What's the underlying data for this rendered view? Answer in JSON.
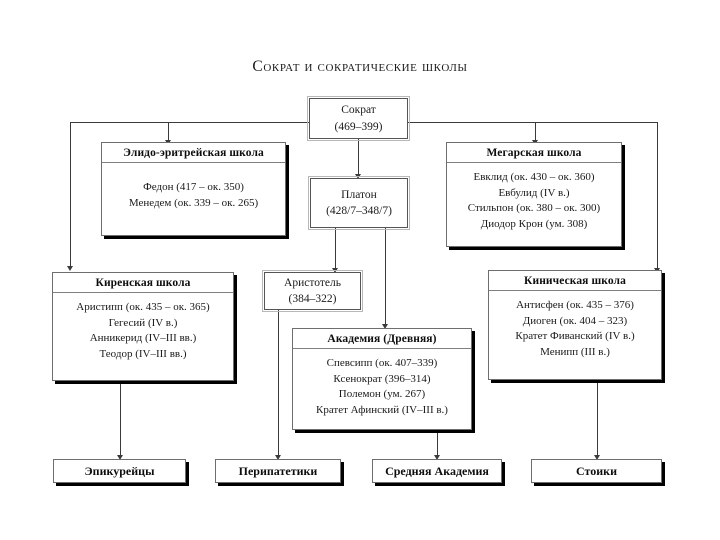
{
  "title": "Сократ и сократические школы",
  "nodes": {
    "socrates": {
      "name": "Сократ",
      "dates": "(469–399)"
    },
    "plato": {
      "name": "Платон",
      "dates": "(428/7–348/7)"
    },
    "aristotle": {
      "name": "Аристотель",
      "dates": "(384–322)"
    },
    "elido": {
      "header": "Элидо-эритрейская школа",
      "members": [
        "Федон (417 – ок. 350)",
        "Менедем (ок. 339 – ок. 265)"
      ]
    },
    "megara": {
      "header": "Мегарская школа",
      "members": [
        "Евклид (ок. 430 – ок. 360)",
        "Евбулид (IV в.)",
        "Стильпон (ок. 380 – ок. 300)",
        "Диодор Крон (ум. 308)"
      ]
    },
    "cyrene": {
      "header": "Киренская школа",
      "members": [
        "Аристипп (ок. 435 – ок. 365)",
        "Гегесий (IV в.)",
        "Анникерид (IV–III вв.)",
        "Теодор (IV–III вв.)"
      ]
    },
    "cynic": {
      "header": "Киническая школа",
      "members": [
        "Антисфен (ок. 435 – 376)",
        "Диоген (ок. 404 – 323)",
        "Кратет Фиванский (IV в.)",
        "Менипп (III в.)"
      ]
    },
    "academy": {
      "header": "Академия (Древняя)",
      "members": [
        "Спевсипп (ок. 407–339)",
        "Ксенократ (396–314)",
        "Полемон (ум. 267)",
        "Кратет Афинский (IV–III в.)"
      ]
    },
    "epicureans": {
      "label": "Эпикурейцы"
    },
    "peripatetics": {
      "label": "Перипатетики"
    },
    "middle_academy": {
      "label": "Средняя Академия"
    },
    "stoics": {
      "label": "Стоики"
    }
  },
  "colors": {
    "box_border": "#6e6e6e",
    "box_shadow": "#000000",
    "line": "#3a3a3a",
    "text": "#1a1a1a",
    "background": "#ffffff"
  }
}
